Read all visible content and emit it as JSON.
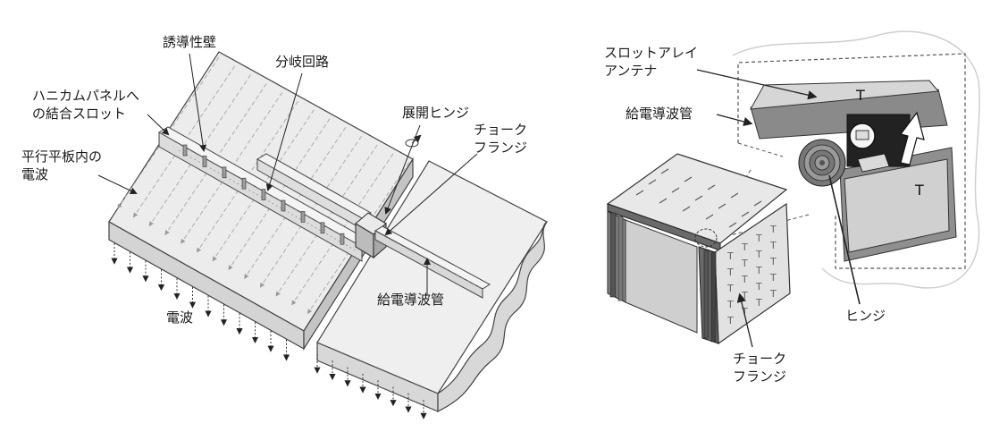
{
  "left_diagram": {
    "labels": {
      "dielectric_wall": "誘導性壁",
      "branch_circuit": "分岐回路",
      "slot_line1": "ハニカムパネルへ",
      "slot_line2": "の結合スロット",
      "hinge": "展開ヒンジ",
      "choke_line1": "チョーク",
      "choke_line2": "フランジ",
      "wave_line1": "平行平板内の",
      "wave_line2": "電波",
      "feed_waveguide": "給電導波管",
      "radio_wave": "電波"
    }
  },
  "right_diagram": {
    "labels": {
      "antenna_line1": "スロットアレイ",
      "antenna_line2": "アンテナ",
      "feed_waveguide": "給電導波管",
      "hinge": "ヒンジ",
      "choke_line1": "チョーク",
      "choke_line2": "フランジ"
    }
  },
  "colors": {
    "line": "#333333",
    "panel_top": "#e6e6e6",
    "panel_side": "#cfcfcf",
    "dark": "#5a5a5a",
    "wave_arrow": "#999999"
  }
}
